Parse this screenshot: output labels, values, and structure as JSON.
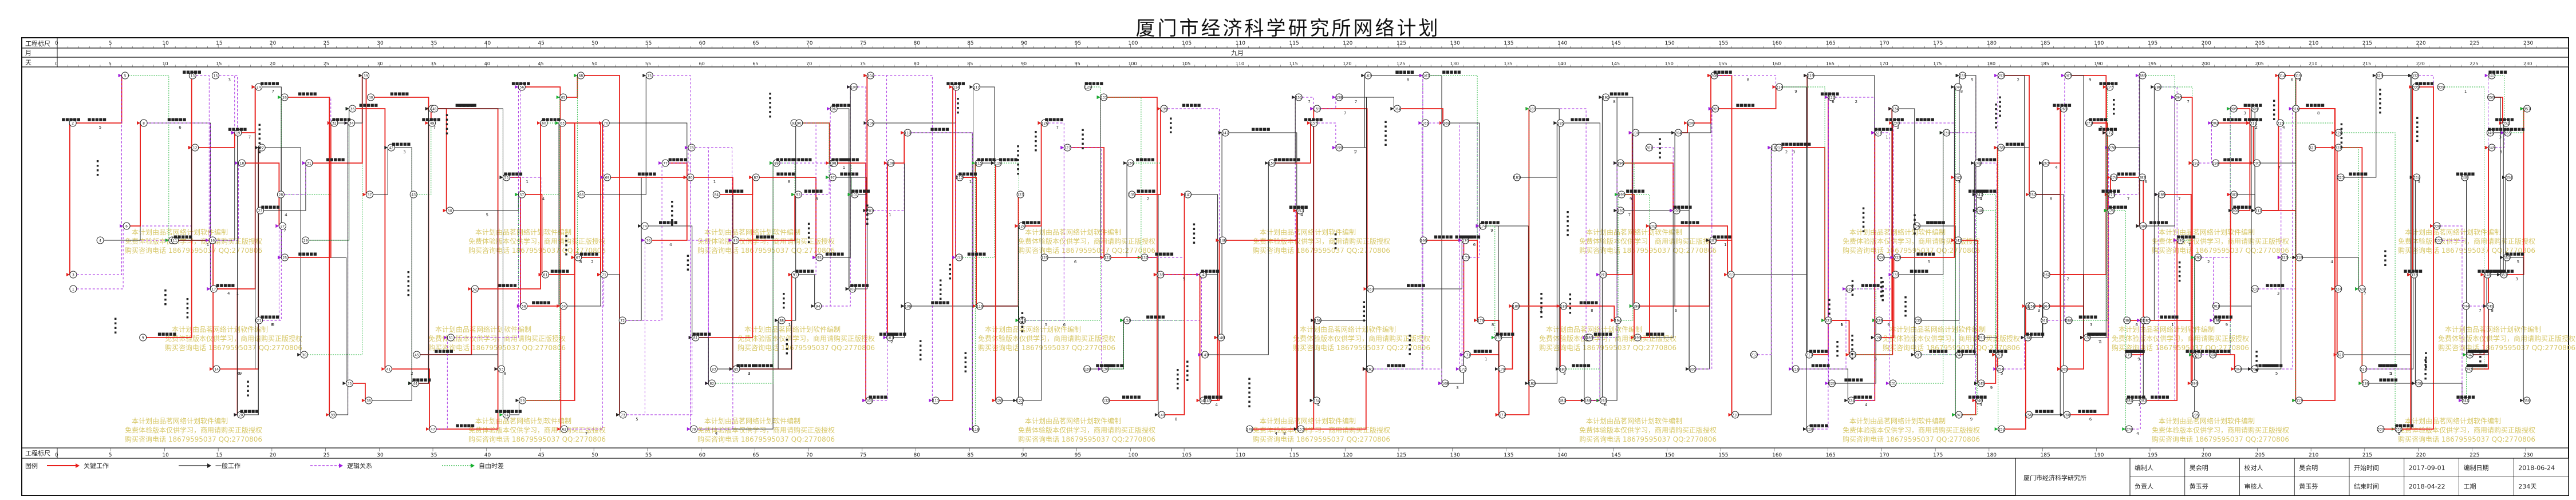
{
  "title": "厦门市经济科学研究所网络计划",
  "header_rows": {
    "row1": "工程标尺",
    "row2": "月",
    "row3": "天"
  },
  "month_label": "九月",
  "footer_row": "工程标尺",
  "legend": {
    "title": "图例",
    "items": [
      {
        "label": "关键工作",
        "color": "#e8201c"
      },
      {
        "label": "一般工作",
        "color": "#222222"
      },
      {
        "label": "逻辑关系",
        "color": "#a01ce0"
      },
      {
        "label": "自由时差",
        "color": "#18b030"
      }
    ]
  },
  "title_block": {
    "project_name": "厦门市经济科学研究所",
    "fields": [
      {
        "k": "编制人",
        "v": "吴会明"
      },
      {
        "k": "校对人",
        "v": "吴会明"
      },
      {
        "k": "开始时间",
        "v": "2017-09-01"
      },
      {
        "k": "编制日期",
        "v": "2018-06-24"
      },
      {
        "k": "负责人",
        "v": "黄玉芬"
      },
      {
        "k": "审核人",
        "v": "黄玉芬"
      },
      {
        "k": "结束时间",
        "v": "2018-04-22"
      },
      {
        "k": "工期",
        "v": "234天"
      }
    ]
  },
  "watermark": {
    "line1": "本计划由品茗网络计划软件编制",
    "line2": "免费体验版本仅供学习，商用请购买正版授权",
    "line3": "购买咨询电话 18679595037 QQ:2770806"
  },
  "colors": {
    "critical": "#e8201c",
    "normal": "#222222",
    "logic": "#a01ce0",
    "float": "#18b030"
  }
}
